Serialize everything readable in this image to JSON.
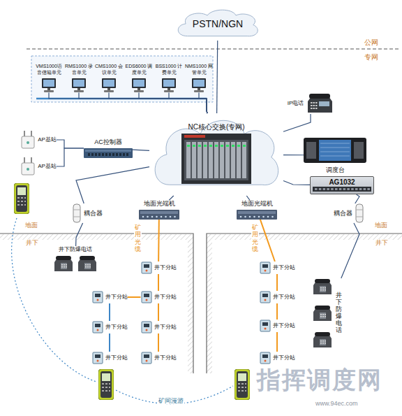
{
  "diagram": {
    "nodes": [
      {
        "text": [
          "PSTN/NGN"
        ]
      },
      {
        "text": [
          "VMS1000语 音信箱单元"
        ]
      },
      {
        "text": [
          "RMS1000 录音单元"
        ]
      },
      {
        "text": [
          "CMS1000 会议单元"
        ]
      },
      {
        "text": [
          "EDS6000 调度单元"
        ]
      },
      {
        "text": [
          "BSS1000 计费单元"
        ]
      },
      {
        "text": [
          "NMS1000 网管单元"
        ]
      },
      {
        "text": [
          "IP电话"
        ]
      },
      {
        "text": [
          "AC控制器"
        ]
      },
      {
        "text": [
          "NC核心交换(专网)"
        ]
      },
      {
        "text": [
          "AP基站"
        ]
      },
      {
        "text": [
          "AP基站"
        ]
      },
      {
        "text": [
          "调度台"
        ]
      },
      {
        "text": [
          "AG1032"
        ]
      },
      {
        "text": [
          "地面光端机"
        ]
      },
      {
        "text": [
          "地面光端机"
        ]
      },
      {
        "text": [
          "耦合器"
        ]
      },
      {
        "text": [
          "耦合器"
        ]
      },
      {
        "text": [
          "井下防爆电话"
        ]
      },
      {
        "text": [
          "井下分站"
        ]
      },
      {
        "text": [
          "井下分站"
        ]
      },
      {
        "text": [
          "井下分站"
        ]
      },
      {
        "text": [
          "井下分站"
        ]
      },
      {
        "text": [
          "井下分站"
        ]
      },
      {
        "text": [
          "井下分站"
        ]
      },
      {
        "text": [
          "井下分站"
        ]
      },
      {
        "text": [
          "井下分站"
        ]
      },
      {
        "text": [
          "井下分站"
        ]
      },
      {
        "text": [
          "井下分站"
        ]
      },
      {
        "text": [
          "井下分站"
        ]
      },
      {
        "text": [
          "井下防爆电话"
        ]
      }
    ],
    "edges": [
      {
        "from": 0,
        "to": 9,
        "arrow": "none"
      },
      {
        "from": 1,
        "to": 9,
        "arrow": "none"
      },
      {
        "from": 2,
        "to": 9,
        "arrow": "none"
      },
      {
        "from": 3,
        "to": 9,
        "arrow": "none"
      },
      {
        "from": 4,
        "to": 9,
        "arrow": "none"
      },
      {
        "from": 5,
        "to": 9,
        "arrow": "none"
      },
      {
        "from": 6,
        "to": 9,
        "arrow": "none"
      },
      {
        "from": 7,
        "to": 9,
        "arrow": "none"
      },
      {
        "from": 8,
        "to": 9,
        "arrow": "none"
      },
      {
        "from": 10,
        "to": 8,
        "arrow": "none"
      },
      {
        "from": 11,
        "to": 8,
        "arrow": "none"
      },
      {
        "from": 12,
        "to": 9,
        "arrow": "none"
      },
      {
        "from": 13,
        "to": 9,
        "arrow": "none"
      },
      {
        "from": 9,
        "to": 14,
        "arrow": "none"
      },
      {
        "from": 9,
        "to": 15,
        "arrow": "none"
      },
      {
        "from": 9,
        "to": 16,
        "arrow": "none"
      },
      {
        "from": 16,
        "to": 18,
        "arrow": "none"
      },
      {
        "from": 13,
        "to": 17,
        "arrow": "none"
      },
      {
        "from": 17,
        "to": 30,
        "arrow": "none"
      },
      {
        "from": 14,
        "to": 19,
        "arrow": "none"
      },
      {
        "from": 19,
        "to": 21,
        "arrow": "none"
      },
      {
        "from": 21,
        "to": 23,
        "arrow": "none"
      },
      {
        "from": 23,
        "to": 25,
        "arrow": "none"
      },
      {
        "from": 21,
        "to": 20,
        "arrow": "none"
      },
      {
        "from": 20,
        "to": 22,
        "arrow": "none"
      },
      {
        "from": 22,
        "to": 24,
        "arrow": "none"
      },
      {
        "from": 15,
        "to": 26,
        "arrow": "none"
      },
      {
        "from": 26,
        "to": 27,
        "arrow": "none"
      },
      {
        "from": 27,
        "to": 28,
        "arrow": "none"
      },
      {
        "from": 28,
        "to": 29,
        "arrow": "none"
      }
    ],
    "labels": [
      "公网",
      "专网",
      "地面",
      "井下",
      "地面",
      "井下",
      "矿用光缆",
      "矿用光缆",
      "矿间漫游",
      "指挥调度网",
      "www.94ec.com"
    ]
  }
}
